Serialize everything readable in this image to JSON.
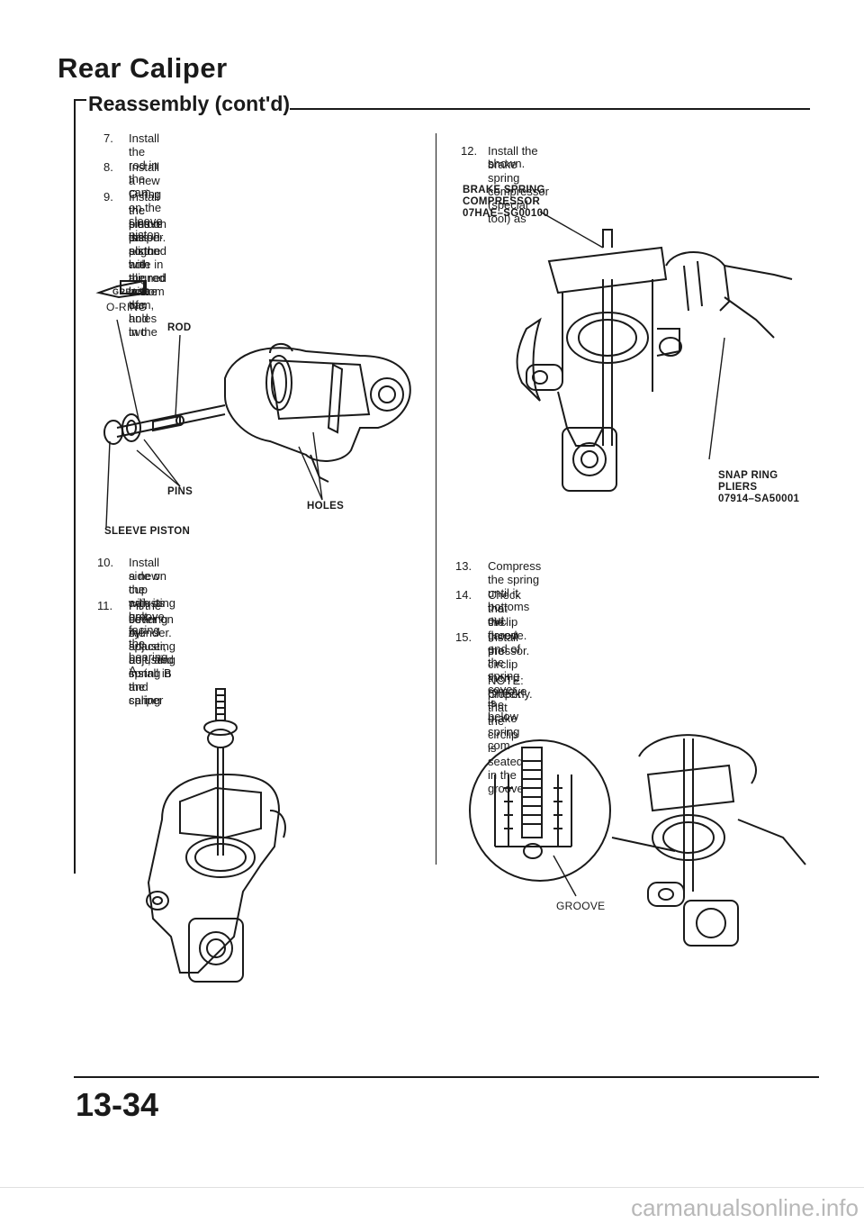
{
  "header": {
    "title": "Rear Caliper",
    "subtitle": "Reassembly (cont'd)"
  },
  "left_column": {
    "steps": [
      {
        "num": "7.",
        "text": [
          "Install the rod in the cam."
        ]
      },
      {
        "num": "8.",
        "text": [
          "Install a new O-ring on the sleeve piston."
        ]
      },
      {
        "num": "9.",
        "text": [
          "Install the sleeve piston so the hole in the bottom of",
          "the piston is aligned with the rod in the cam, and two",
          "pins on the piston are aligned with the holes in the",
          "caliper."
        ]
      },
      {
        "num": "10.",
        "text": [
          "Install a new cup with its groove facing the bearing A",
          "side on the adjusting bolt."
        ]
      },
      {
        "num": "11.",
        "text": [
          "Fit the bearing A, spacer, adjusting spring B and spring",
          "cover on the adjusting bolt, and install in the caliper",
          "cylinder."
        ]
      }
    ],
    "figure1_labels": {
      "grease": "GREASE",
      "oring": "O-RING",
      "rod": "ROD",
      "pins": "PINS",
      "holes": "HOLES",
      "sleeve_piston": "SLEEVE PISTON"
    }
  },
  "right_column": {
    "steps": [
      {
        "num": "12.",
        "text": [
          "Install the brake spring compressor (special tool) as",
          "shown."
        ]
      },
      {
        "num": "13.",
        "text": [
          "Compress the spring until it bottoms out."
        ]
      },
      {
        "num": "14.",
        "text": [
          "Check that the flared end of the spring cover is below",
          "the circlip groove."
        ]
      },
      {
        "num": "15.",
        "text": [
          "Install the circlip then remove the brake spring com-",
          "pressor."
        ]
      }
    ],
    "note": [
      "NOTE: Check that the circlip is seated in the groove",
      "properly."
    ],
    "figure2_labels": {
      "compressor": [
        "BRAKE SPRING",
        "COMPRESSOR",
        "07HAE–SG00100"
      ],
      "pliers": [
        "SNAP RING",
        "PLIERS",
        "07914–SA50001"
      ]
    },
    "figure3_labels": {
      "groove": "GROOVE"
    }
  },
  "footer": {
    "page_number": "13-34",
    "watermark": "carmanualsonline.info"
  }
}
